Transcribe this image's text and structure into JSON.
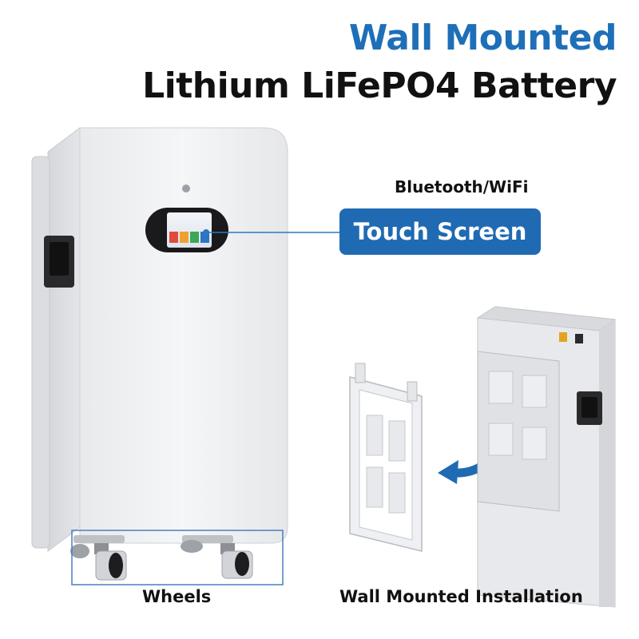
{
  "heading": {
    "line1": "Wall Mounted",
    "line2": "Lithium LiFePO4 Battery"
  },
  "callout": {
    "subtitle": "Bluetooth/WiFi",
    "label": "Touch Screen"
  },
  "captions": {
    "wheels": "Wheels",
    "installation": "Wall Mounted Installation"
  },
  "colors": {
    "accent": "#1e6fb8",
    "pill": "#1f6ab3",
    "text": "#111111"
  }
}
